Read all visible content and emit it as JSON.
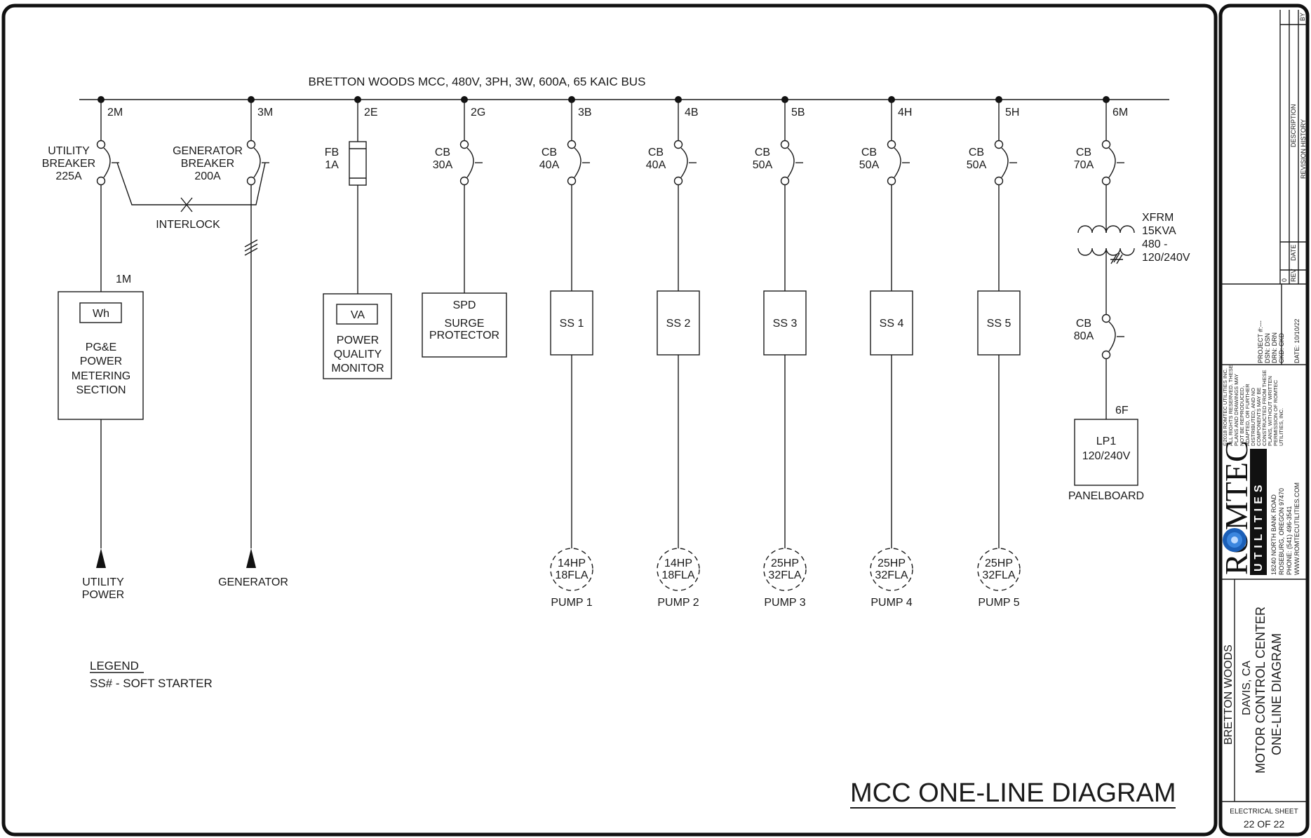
{
  "bus": {
    "label": "BRETTON  WOODS MCC, 480V, 3PH, 3W, 600A, 65 KAIC BUS",
    "nodes": [
      "2M",
      "3M",
      "2E",
      "2G",
      "3B",
      "4B",
      "5B",
      "4H",
      "5H",
      "6M"
    ]
  },
  "utility": {
    "breaker": [
      "UTILITY",
      "BREAKER",
      "225A"
    ],
    "node2": "1M",
    "meter_tag": "Wh",
    "meter": [
      "PG&E",
      "POWER",
      "METERING",
      "SECTION"
    ],
    "source": [
      "UTILITY",
      "POWER"
    ]
  },
  "generator": {
    "breaker": [
      "GENERATOR",
      "BREAKER",
      "200A"
    ],
    "interlock": "INTERLOCK",
    "source": "GENERATOR"
  },
  "pqm": {
    "fuse": [
      "FB",
      "1A"
    ],
    "tag": "VA",
    "box": [
      "POWER",
      "QUALITY",
      "MONITOR"
    ]
  },
  "spd": {
    "cb": [
      "CB",
      "30A"
    ],
    "box": [
      "SPD",
      "SURGE",
      "PROTECTOR"
    ]
  },
  "pumps": [
    {
      "cb": [
        "CB",
        "40A"
      ],
      "ss": "SS 1",
      "motor": [
        "14HP",
        "18FLA"
      ],
      "name": "PUMP 1"
    },
    {
      "cb": [
        "CB",
        "40A"
      ],
      "ss": "SS 2",
      "motor": [
        "14HP",
        "18FLA"
      ],
      "name": "PUMP 2"
    },
    {
      "cb": [
        "CB",
        "50A"
      ],
      "ss": "SS 3",
      "motor": [
        "25HP",
        "32FLA"
      ],
      "name": "PUMP 3"
    },
    {
      "cb": [
        "CB",
        "50A"
      ],
      "ss": "SS 4",
      "motor": [
        "25HP",
        "32FLA"
      ],
      "name": "PUMP 4"
    },
    {
      "cb": [
        "CB",
        "50A"
      ],
      "ss": "SS 5",
      "motor": [
        "25HP",
        "32FLA"
      ],
      "name": "PUMP 5"
    }
  ],
  "panel": {
    "cb1": [
      "CB",
      "70A"
    ],
    "xfmr": [
      "XFRM",
      "15KVA",
      "480 -",
      "120/240V"
    ],
    "cb2": [
      "CB",
      "80A"
    ],
    "node": "6F",
    "box": [
      "LP1",
      "120/240V"
    ],
    "label": "PANELBOARD"
  },
  "legend": {
    "title": "LEGEND",
    "item": "SS# - SOFT STARTER"
  },
  "drawing_title": "MCC ONE-LINE DIAGRAM",
  "title_block": {
    "revision": {
      "by": "BY",
      "description": "DESCRIPTION",
      "history": "REVISION HISTORY",
      "date": "DATE",
      "rev": "REV",
      "rev_no": "0"
    },
    "project": [
      "PROJECT #:---",
      "DSN: DSN",
      "DRN: DRN",
      "CKD: CKD",
      "DATE: 10/10/22"
    ],
    "copyright": [
      "©2018 ROMTEC UTILITIES INC.",
      "ALL RIGHTS RESERVED. THESE",
      "PLANS AND DRAWINGS MAY",
      "NOT BE REPRODUCED,",
      "ADAPTED, OR FURTHER",
      "DISTRIBUTED, AND NO",
      "COMPONENTS MAY BE",
      "CONSTRUCTED FROM THESE",
      "PLANS, WITHOUT WRITTEN",
      "PERMISSION OF ROMTEC",
      "UTILITIES, INC."
    ],
    "logo": "ROMTEC",
    "logo_sub": "UTILITIES",
    "address": [
      "18240 NORTH BANK ROAD",
      "ROSEBURG, OREGON 97470",
      "PHONE: (541) 496-3541",
      "WWW.ROMTECUTILITIES.COM"
    ],
    "project_name": [
      "BRETTON WOODS",
      "DAVIS, CA",
      "MOTOR CONTROL CENTER",
      "ONE-LINE DIAGRAM"
    ],
    "sheet_label": "ELECTRICAL SHEET",
    "sheet_no": "22 OF 22"
  }
}
